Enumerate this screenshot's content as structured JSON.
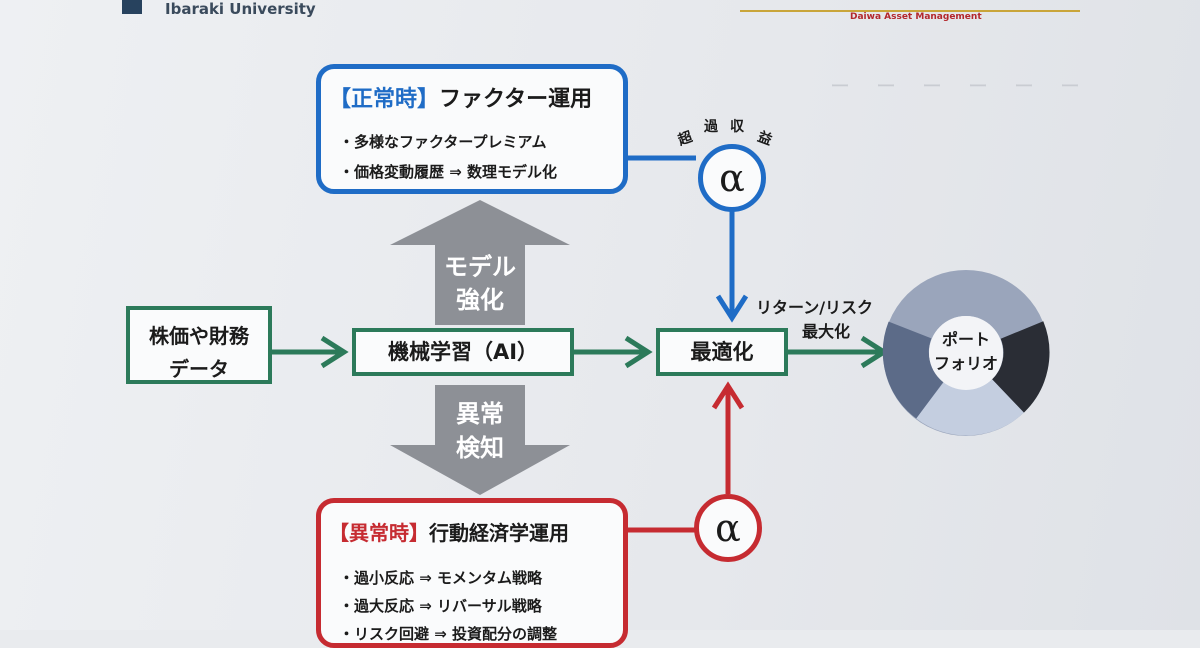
{
  "header": {
    "left_logo_text": "Ibaraki University",
    "right_logo_text": "Daiwa Asset Management"
  },
  "normal": {
    "tag": "【正常時】",
    "title": "ファクター運用",
    "items": [
      "・多様なファクタープレミアム",
      "・価格変動履歴 ⇒ 数理モデル化"
    ]
  },
  "abnormal": {
    "tag": "【異常時】",
    "title": "行動経済学運用",
    "items": [
      "・過小反応 ⇒ モメンタム戦略",
      "・過大反応 ⇒ リバーサル戦略",
      "・リスク回避 ⇒ 投資配分の調整"
    ]
  },
  "alpha_symbol": "α",
  "excess_return_chars": [
    "超",
    "過",
    "収",
    "益"
  ],
  "up_arrow": {
    "line1": "モデル",
    "line2": "強化"
  },
  "down_arrow": {
    "line1": "異常",
    "line2": "検知"
  },
  "input_box": {
    "line1": "株価や財務",
    "line2": "データ"
  },
  "ml_box": "機械学習（AI）",
  "optimize_box": "最適化",
  "return_risk": {
    "line1": "リターン/リスク",
    "line2": "最大化"
  },
  "portfolio": {
    "line1": "ポート",
    "line2": "フォリオ"
  },
  "colors": {
    "blue": "#1f6cc6",
    "red": "#c62b31",
    "green": "#2c7a5a",
    "gray_arrow": "#8d9096"
  }
}
